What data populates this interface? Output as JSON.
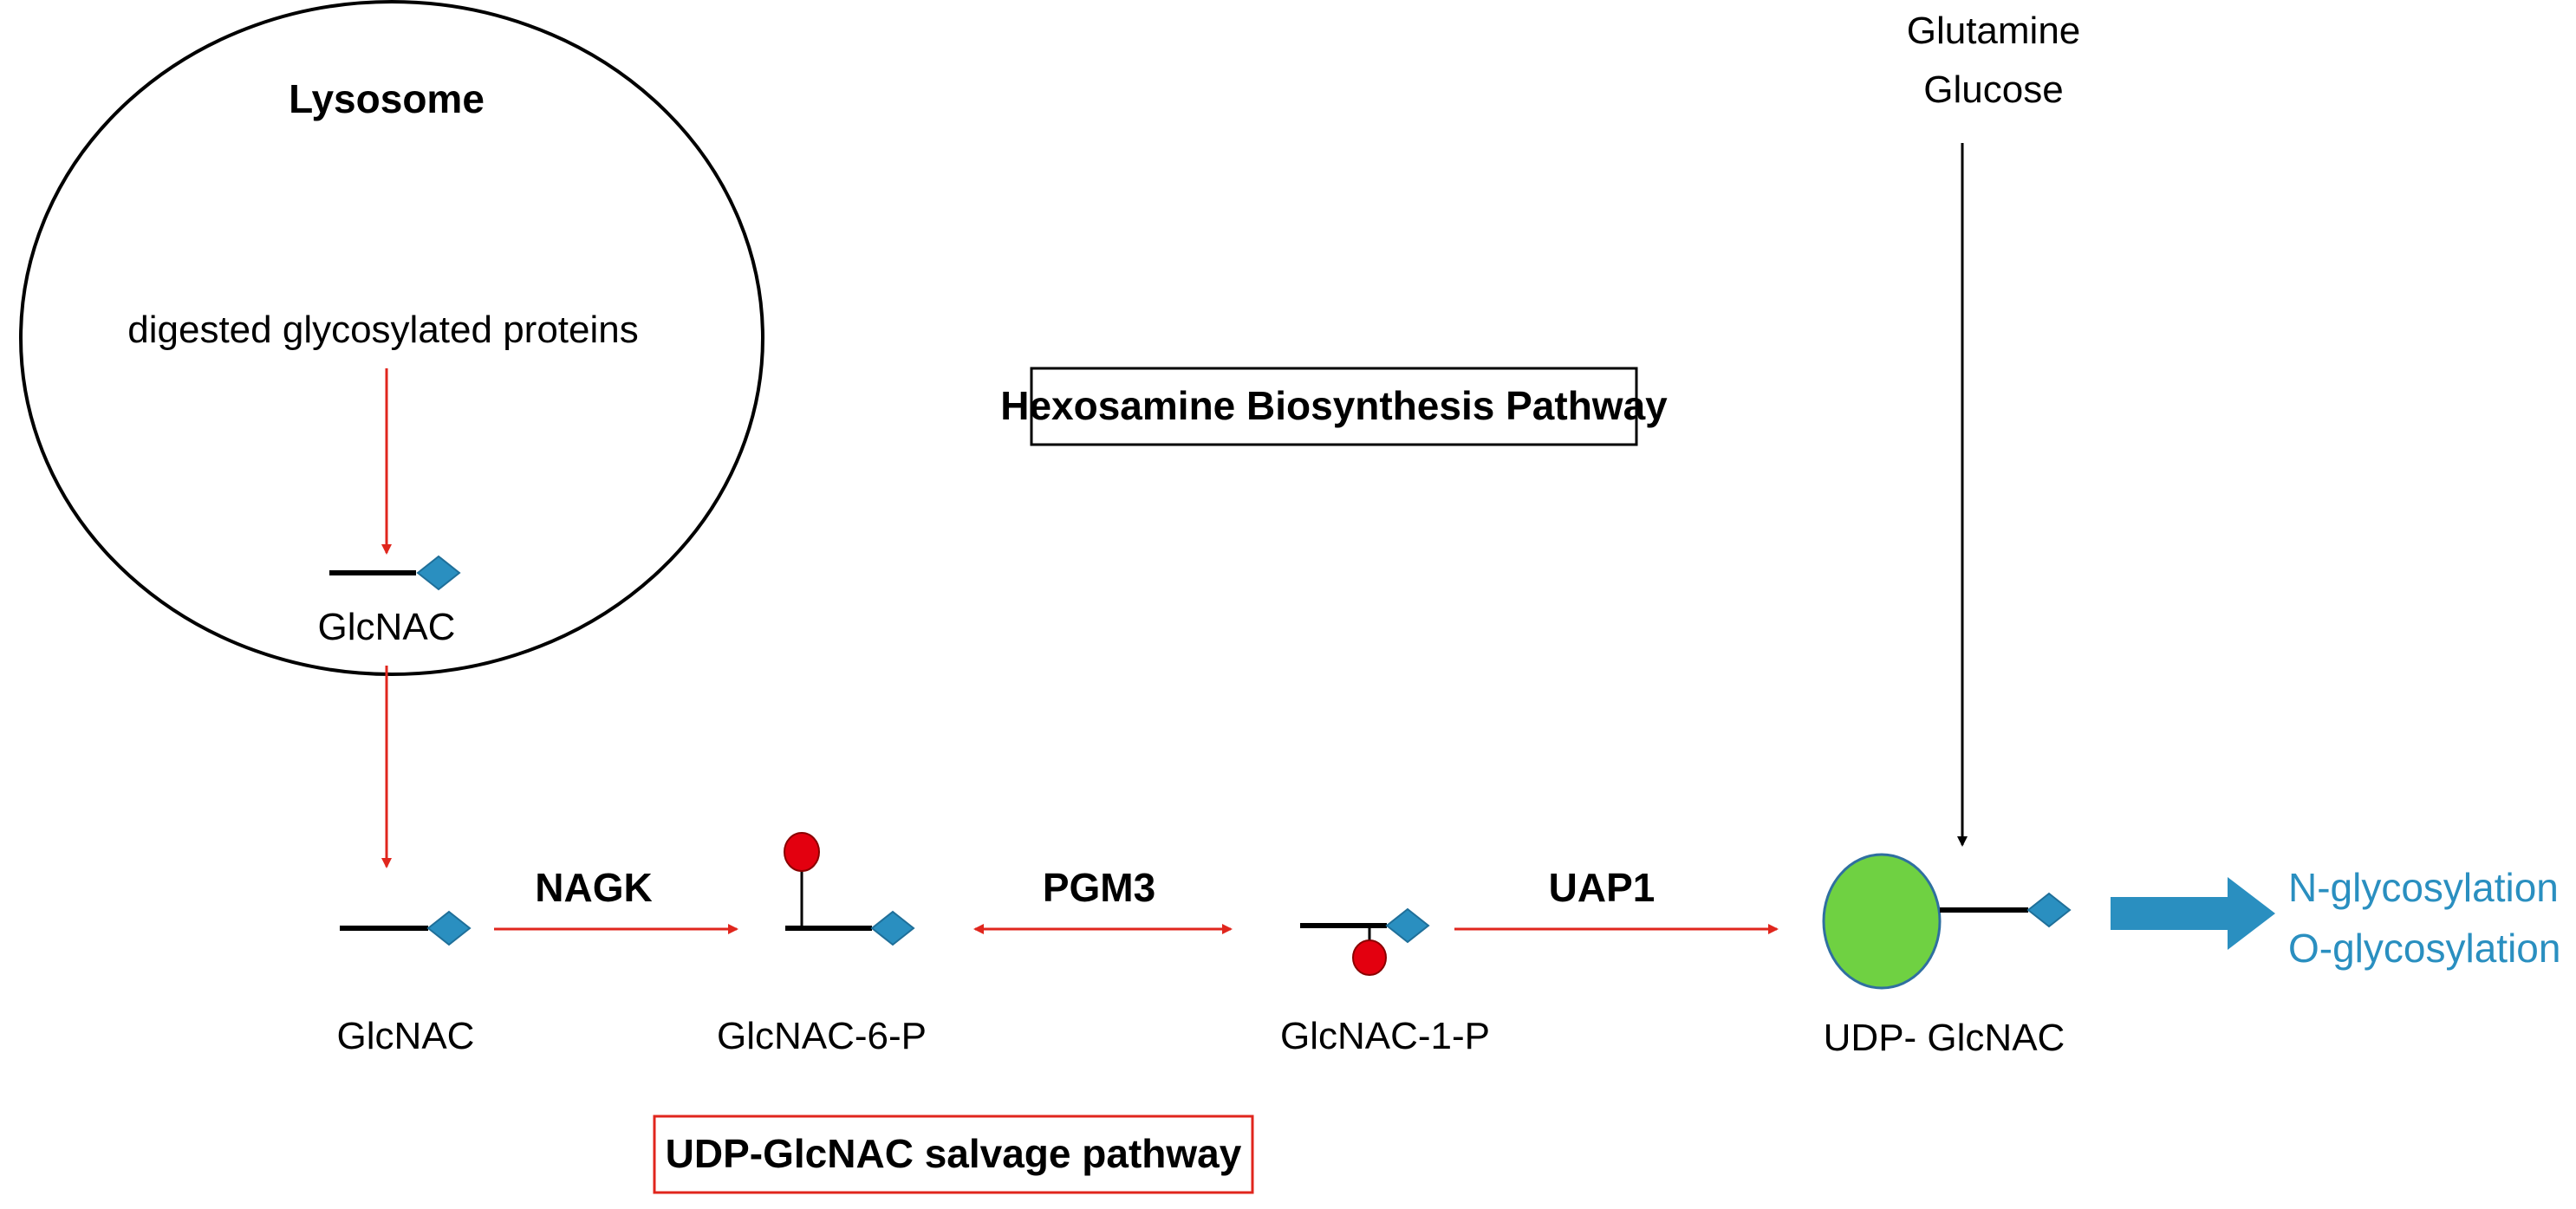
{
  "lysosome": {
    "title": "Lysosome",
    "input_label": "digested glycosylated proteins",
    "inner_glcnac_label": "GlcNAC"
  },
  "sources": {
    "line1": "Glutamine",
    "line2": "Glucose"
  },
  "hbp_box": {
    "label": "Hexosamine Biosynthesis Pathway"
  },
  "salvage_box": {
    "label": "UDP-GlcNAC salvage pathway",
    "border_color": "#e0261d"
  },
  "molecules": {
    "glcnac": "GlcNAC",
    "glcnac_6p": "GlcNAC-6-P",
    "glcnac_1p": "GlcNAC-1-P",
    "udp_glcnac": "UDP- GlcNAC"
  },
  "enzymes": {
    "nagk": "NAGK",
    "pgm3": "PGM3",
    "uap1": "UAP1"
  },
  "outputs": {
    "n_glyc": "N-glycosylation",
    "o_glyc": "O-glycosylation"
  },
  "colors": {
    "arrow_red": "#e0261d",
    "diamond_blue": "#2a8fc0",
    "phosphate_red": "#e3000f",
    "udp_green": "#6fd142",
    "output_blue": "#2a8fc0"
  }
}
